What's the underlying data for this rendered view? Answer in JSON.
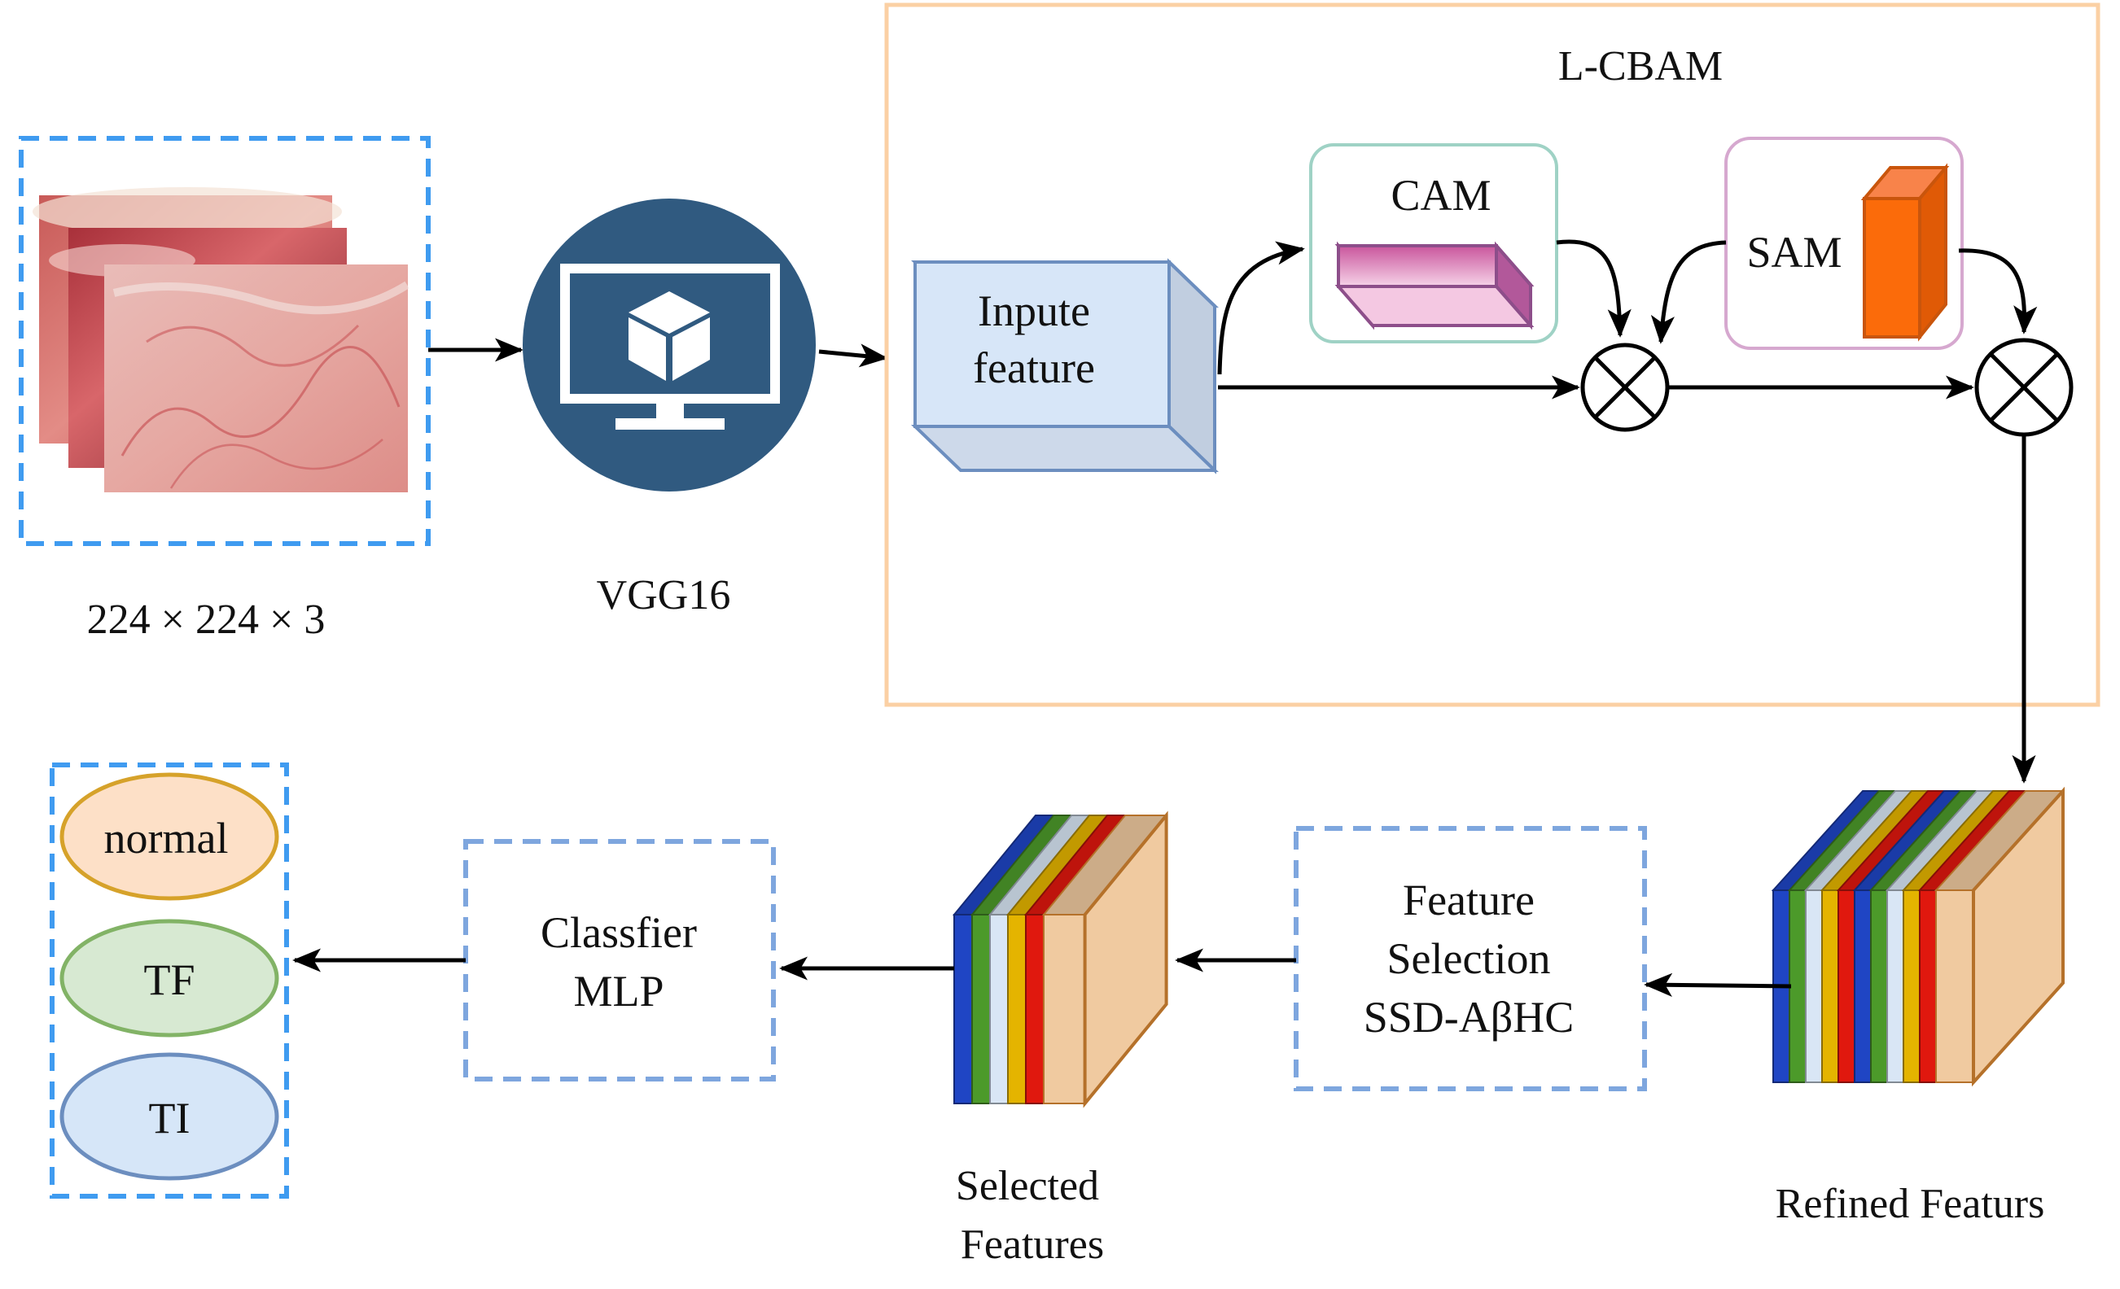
{
  "input": {
    "dims_label": "224 × 224 × 3"
  },
  "backbone": {
    "label": "VGG16"
  },
  "lcbam": {
    "title": "L-CBAM",
    "input_feature_line1": "Inpute",
    "input_feature_line2": "feature",
    "cam_label": "CAM",
    "sam_label": "SAM"
  },
  "refined": {
    "label": "Refined Featurs"
  },
  "feature_selection": {
    "line1": "Feature",
    "line2": "Selection",
    "line3": "SSD-AβHC"
  },
  "selected": {
    "line1": "Selected",
    "line2": "Features"
  },
  "classifier": {
    "line1": "Classfier",
    "line2": "MLP"
  },
  "outputs": {
    "class1": "normal",
    "class2": "TF",
    "class3": "TI"
  },
  "colors": {
    "dashed_blue": "#3f9bf0",
    "dashed_grey_blue": "#7ea6de",
    "lcbam_border": "#fbd0a4",
    "vgg_circle": "#305a80",
    "cam_border": "#9fd2c5",
    "sam_border": "#d6a8cf",
    "feature_stack": [
      "#1f45c4",
      "#4c9a2a",
      "#d9e6f5",
      "#e4b400",
      "#e0180e",
      "#f0caa0"
    ],
    "normal_fill": "#fde0c7",
    "normal_border": "#d6a22a",
    "tf_fill": "#d7e9d2",
    "tf_border": "#82b366",
    "ti_fill": "#d6e6f8",
    "ti_border": "#6c8ebf"
  }
}
